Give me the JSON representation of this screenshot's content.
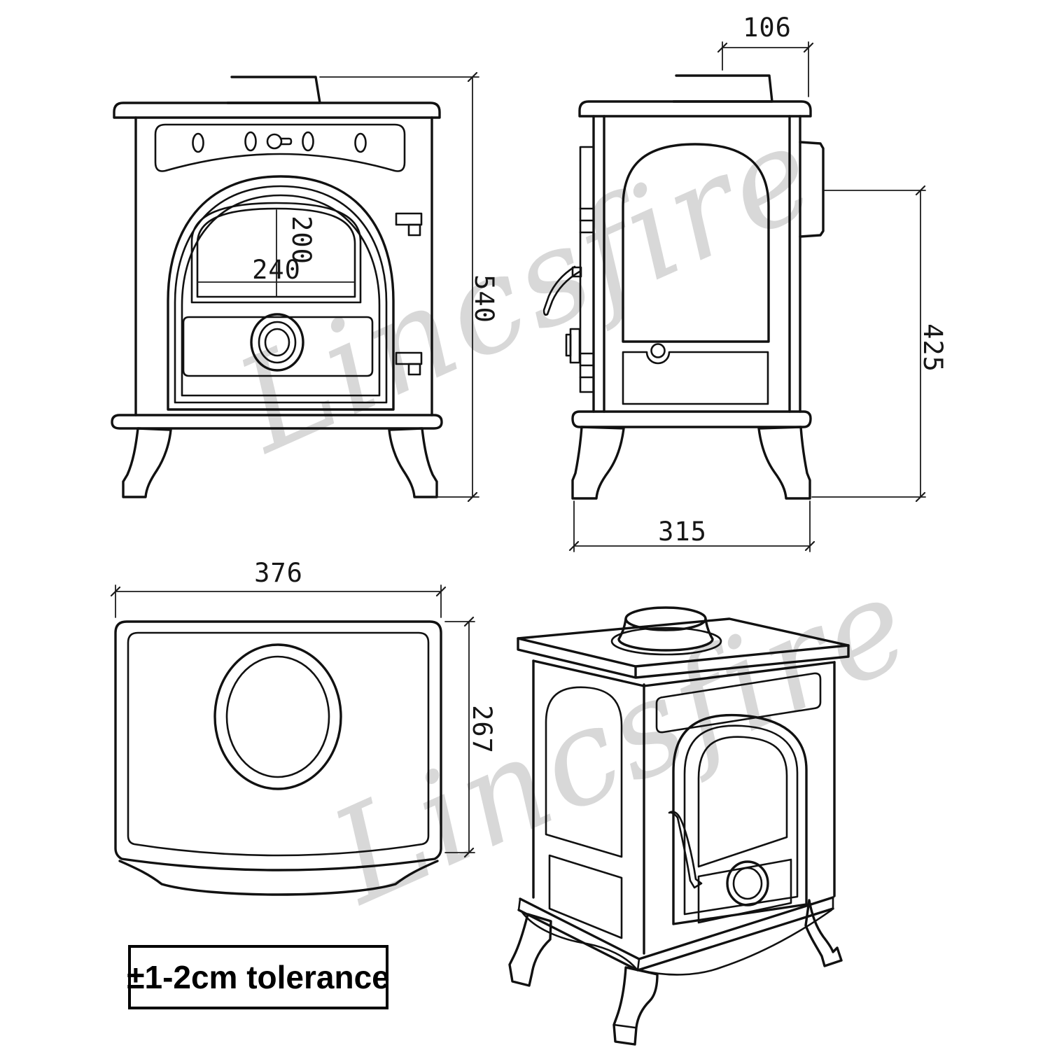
{
  "canvas": {
    "background": "#ffffff",
    "line_color": "#111111",
    "watermark": {
      "text": "Lincsfire",
      "color": "#d8d8d8"
    }
  },
  "tolerance_note": {
    "label": "±1-2cm tolerance"
  },
  "views": {
    "front": {
      "dimensions": {
        "total_height": "540",
        "glass_height": "200",
        "glass_width": "240"
      }
    },
    "side": {
      "dimensions": {
        "flue_center_to_rear": "106",
        "rear_outlet_height": "425",
        "base_depth": "315"
      }
    },
    "top": {
      "dimensions": {
        "top_plate_width": "376",
        "top_plate_depth": "267"
      }
    }
  }
}
